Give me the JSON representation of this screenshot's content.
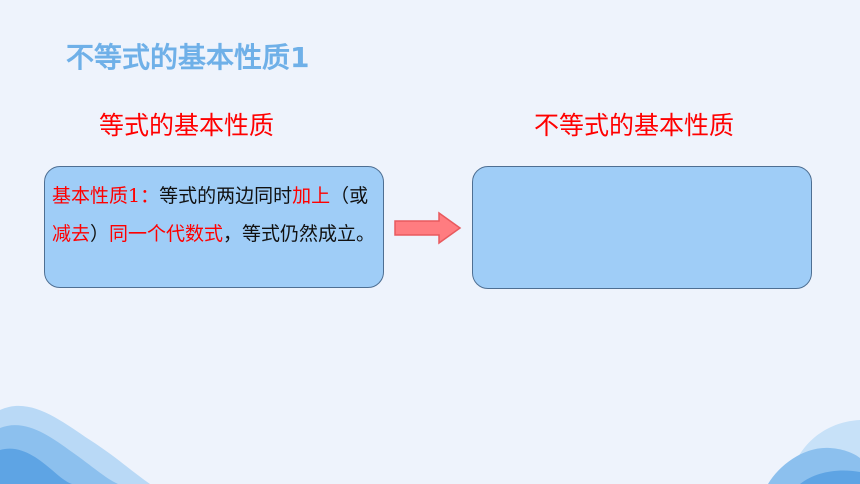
{
  "slide": {
    "title": "不等式的基本性质1"
  },
  "left": {
    "heading": "等式的基本性质",
    "rule": {
      "label": "基本性质1：",
      "part1": "等式的两边同时",
      "highlight1": "加上",
      "part2": "（或",
      "highlight2": "减去",
      "part3": "）",
      "highlight3": "同一个代数式",
      "part4": "，等式仍然成立。"
    }
  },
  "right": {
    "heading": "不等式的基本性质",
    "content": ""
  },
  "arrow": {
    "icon": "right-arrow-icon",
    "fill": "#ff7c80",
    "stroke": "#e85a5e"
  },
  "colors": {
    "background": "#eef3fc",
    "title": "#6fb0e8",
    "heading": "#ff0000",
    "box_fill": "#9fcdf7",
    "box_border": "#4e6f93"
  }
}
